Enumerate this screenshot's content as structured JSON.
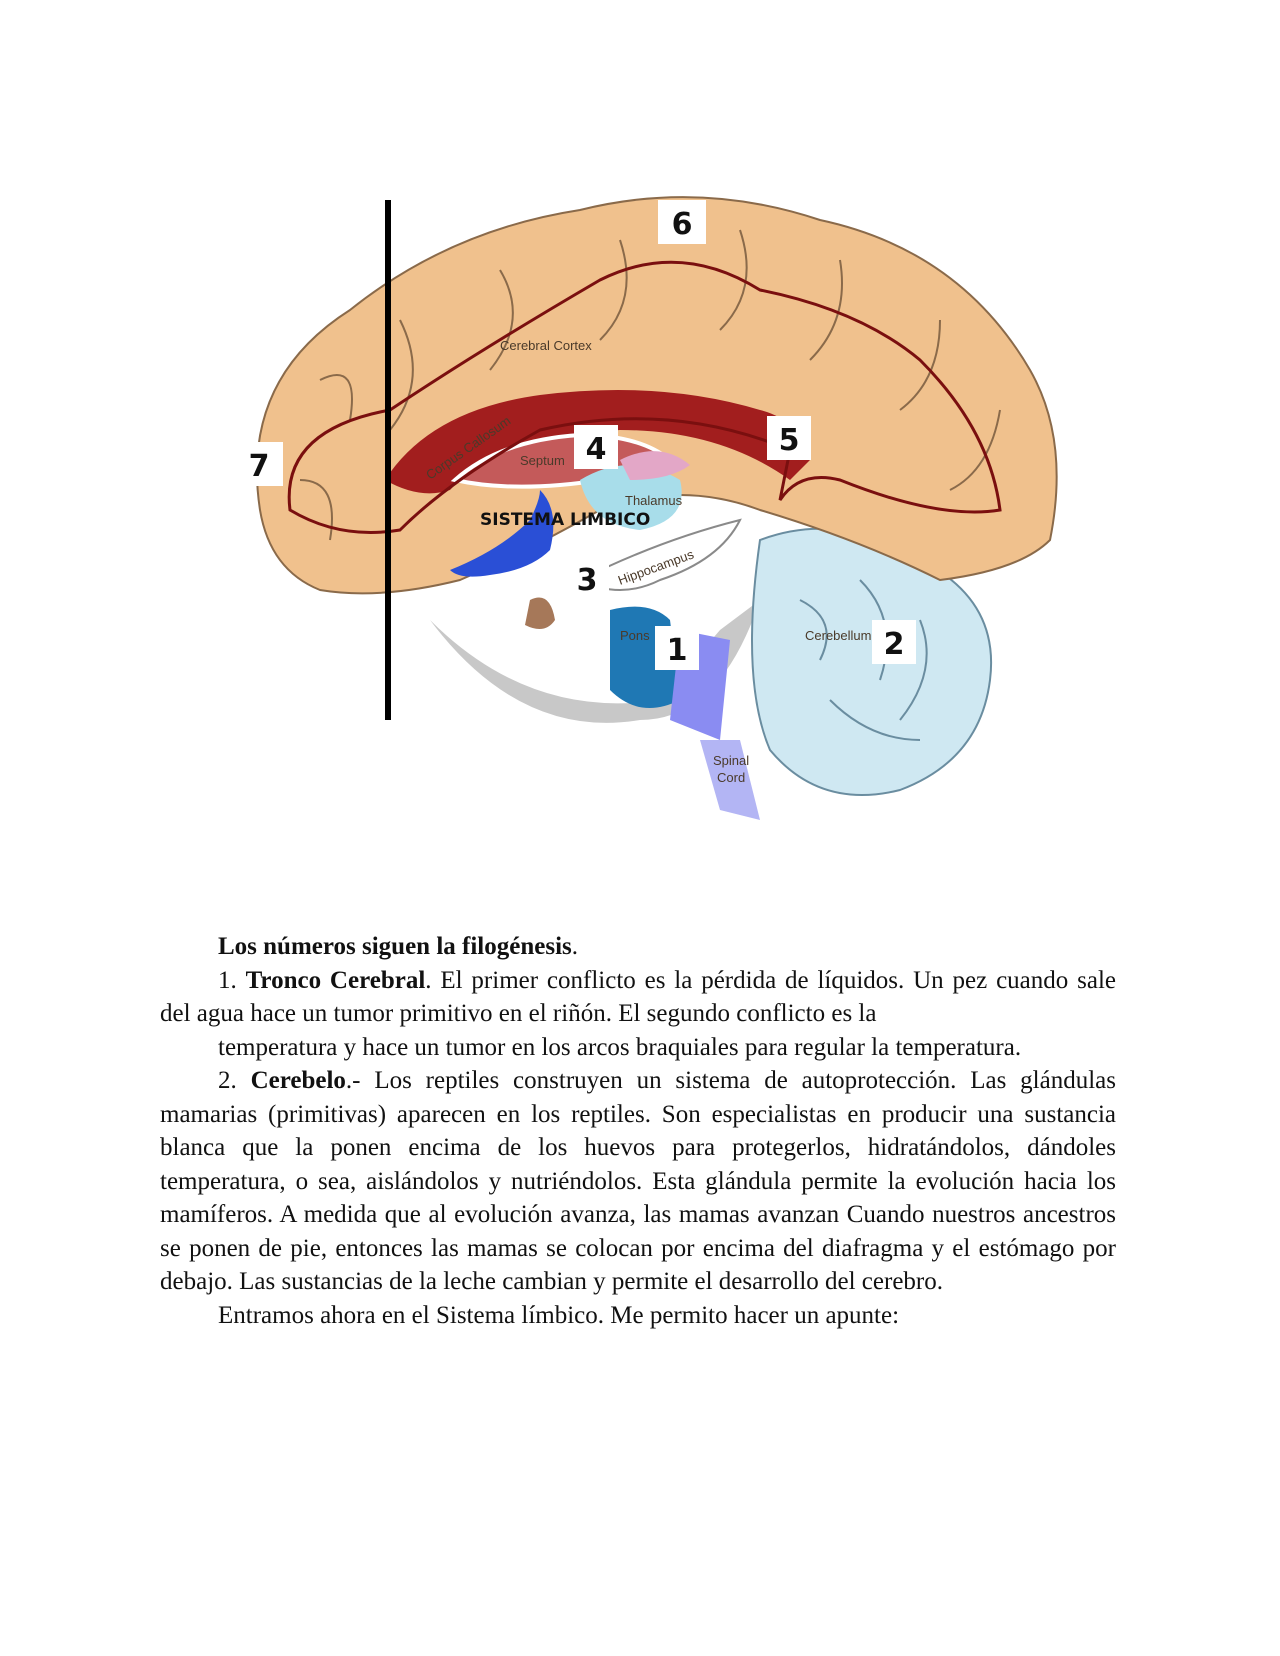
{
  "figure": {
    "labels": {
      "cortex": "Cerebral Cortex",
      "callosum": "Corpus Callosum",
      "septum": "Septum",
      "thalamus": "Thalamus",
      "limbic": "SISTEMA LIMBICO",
      "hippocampus": "Hippocampus",
      "pons": "Pons",
      "cerebellum": "Cerebellum",
      "spinal1": "Spinal",
      "spinal2": "Cord"
    },
    "markers": [
      "1",
      "2",
      "3",
      "4",
      "5",
      "6",
      "7"
    ]
  },
  "text": {
    "heading": "Los números siguen la filogénesis",
    "heading_end": ".",
    "p1_num": "1. ",
    "p1_bold": "Tronco Cerebral",
    "p1_rest": ". El primer conflicto es la pérdida de líquidos. Un pez cuando sale del agua hace un tumor primitivo en el riñón. El segundo conflicto es la",
    "p1b": "temperatura y hace un tumor en los arcos braquiales para regular la temperatura.",
    "p2_num": "2. ",
    "p2_bold": "Cerebelo",
    "p2_rest": ".- Los reptiles construyen un sistema de autoprotección. Las glándulas mamarias (primitivas) aparecen en los reptiles. Son especialistas en producir una sustancia blanca que la ponen encima de los huevos para protegerlos, hidratándolos, dándoles temperatura, o sea, aislándolos y nutriéndolos. Esta glándula permite la evolución hacia los mamíferos. A medida que al evolución avanza, las mamas avanzan Cuando nuestros ancestros se ponen de pie, entonces las mamas se colocan por encima del diafragma y el estómago por debajo. Las sustancias de la leche cambian y permite el desarrollo del cerebro.",
    "p3": "Entramos ahora en el Sistema límbico. Me permito hacer un apunte:"
  }
}
